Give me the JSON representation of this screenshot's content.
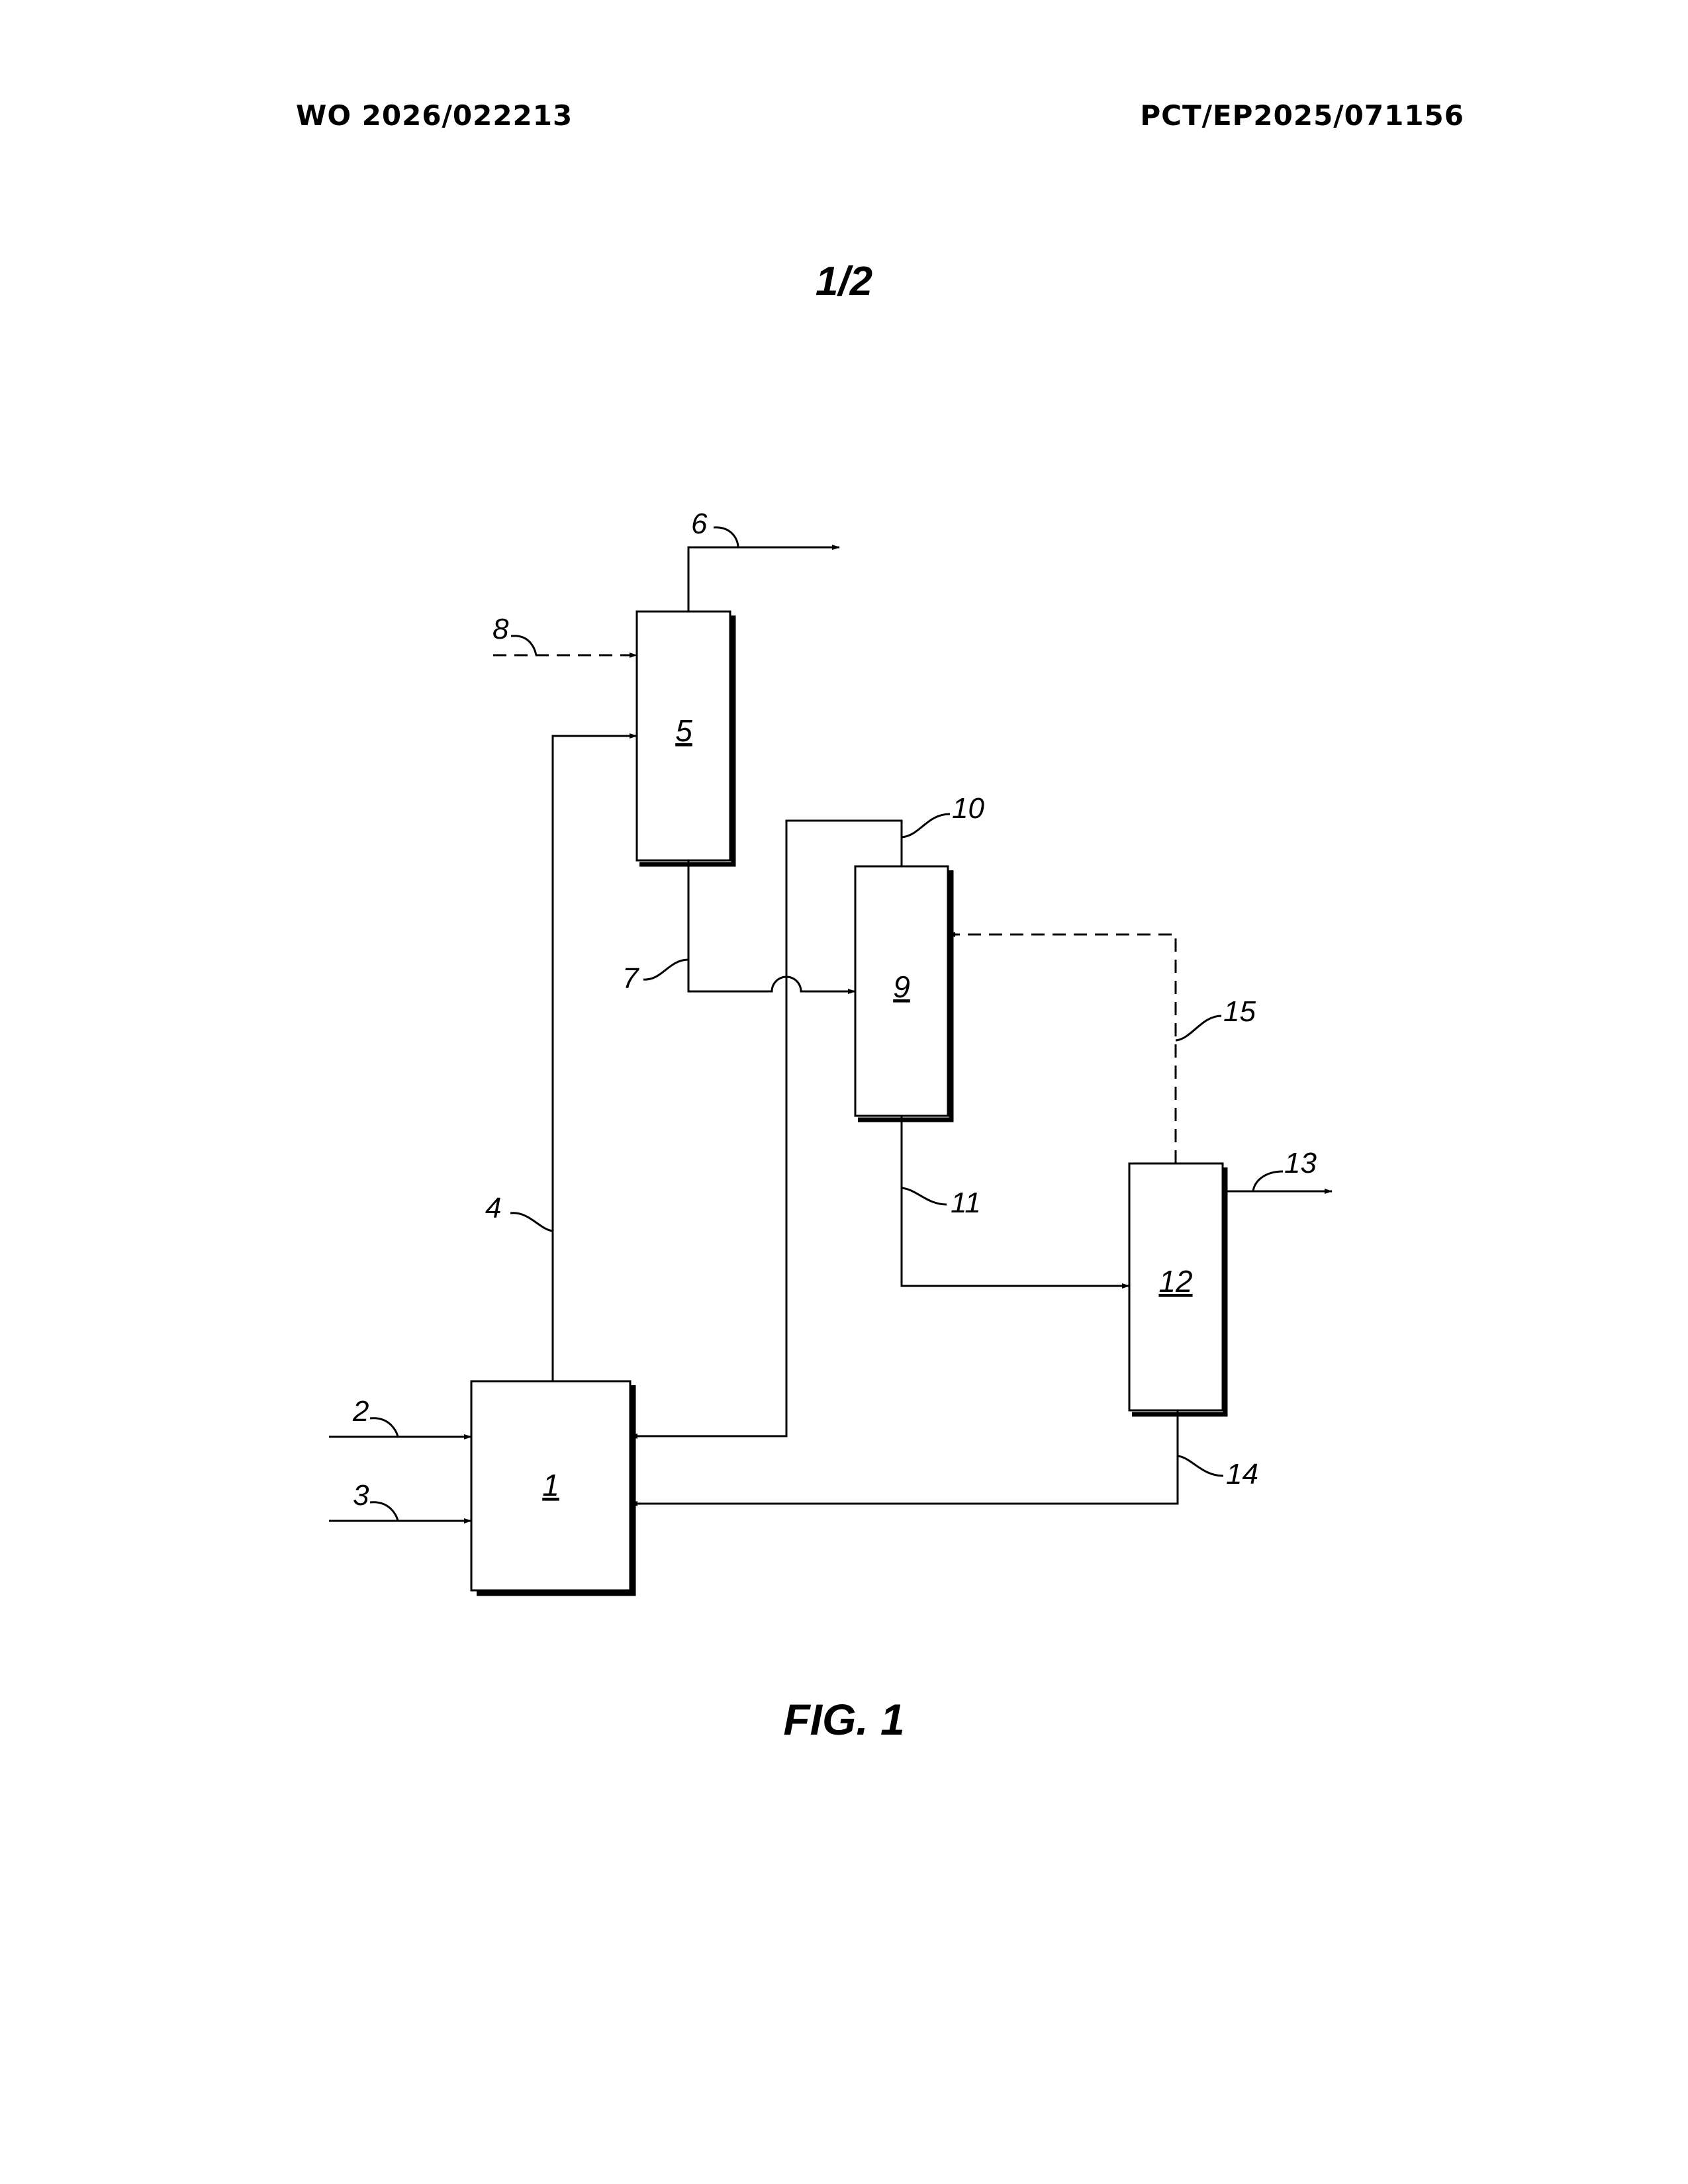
{
  "header": {
    "left": "WO 2026/022213",
    "right": "PCT/EP2025/071156"
  },
  "sheet_number": "1/2",
  "figure_caption": "FIG. 1",
  "units": {
    "u1": "1",
    "u5": "5",
    "u9": "9",
    "u12": "12"
  },
  "streams": {
    "s2": "2",
    "s3": "3",
    "s4": "4",
    "s6": "6",
    "s7": "7",
    "s8": "8",
    "s10": "10",
    "s11": "11",
    "s13": "13",
    "s14": "14",
    "s15": "15"
  }
}
